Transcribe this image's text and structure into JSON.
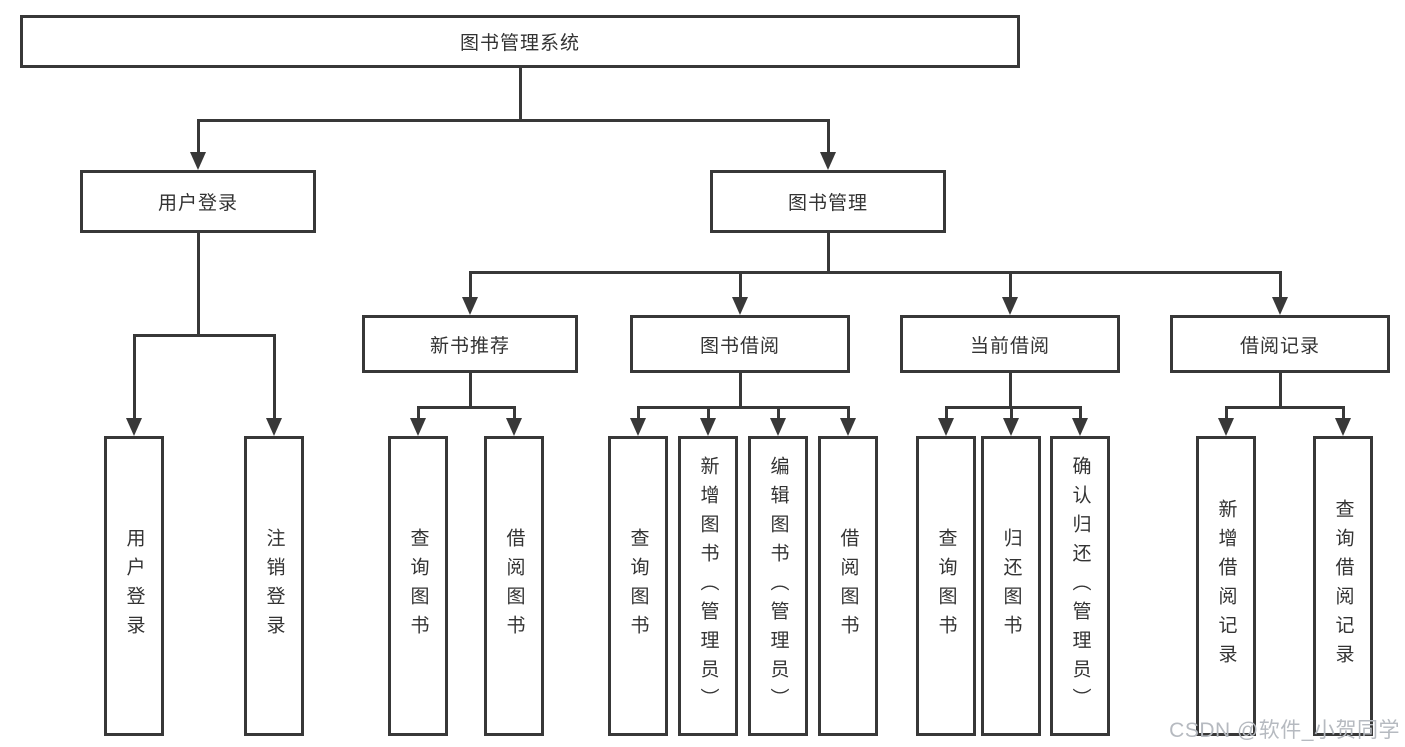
{
  "diagram": {
    "root": {
      "label": "图书管理系统"
    },
    "branches": [
      {
        "label": "用户登录",
        "children": [
          {
            "label": "用户登录"
          },
          {
            "label": "注销登录"
          }
        ]
      },
      {
        "label": "图书管理",
        "children": [
          {
            "label": "新书推荐",
            "children": [
              {
                "label": "查询图书"
              },
              {
                "label": "借阅图书"
              }
            ]
          },
          {
            "label": "图书借阅",
            "children": [
              {
                "label": "查询图书"
              },
              {
                "label": "新增图书（管理员）"
              },
              {
                "label": "编辑图书（管理员）"
              },
              {
                "label": "借阅图书"
              }
            ]
          },
          {
            "label": "当前借阅",
            "children": [
              {
                "label": "查询图书"
              },
              {
                "label": "归还图书"
              },
              {
                "label": "确认归还（管理员）"
              }
            ]
          },
          {
            "label": "借阅记录",
            "children": [
              {
                "label": "新增借阅记录"
              },
              {
                "label": "查询借阅记录"
              }
            ]
          }
        ]
      }
    ]
  },
  "watermark": {
    "text": "CSDN @软件_小贺同学"
  },
  "colors": {
    "line": "#383838",
    "text": "#333333",
    "background": "#ffffff",
    "watermark": "#b6bac0"
  }
}
